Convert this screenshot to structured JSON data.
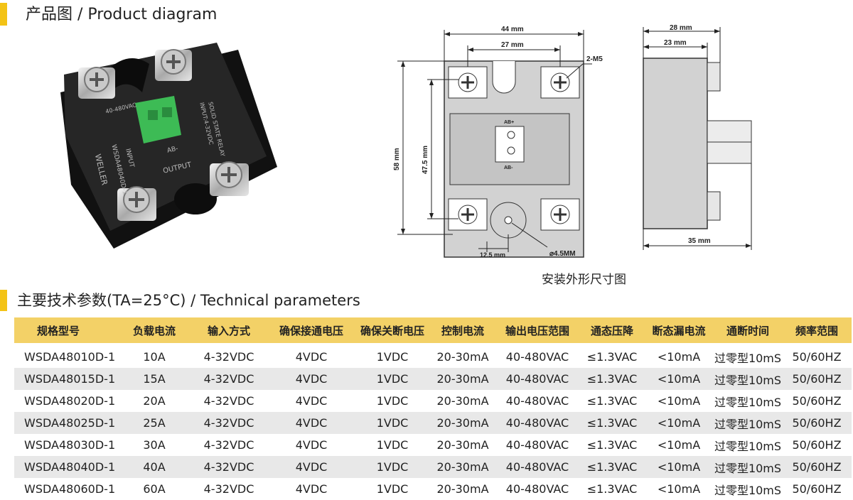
{
  "headings": {
    "product_diagram": "产品图  / Product diagram",
    "tech_params": "主要技术参数(TA=25°C) / Technical parameters"
  },
  "photo": {
    "brand": "WELLER",
    "model": "WSDA48040D-1",
    "input_label": "INPUT",
    "output_label": "OUTPUT",
    "ab_minus": "AB-",
    "range_ac": "40-480VAC",
    "range_dc": "INPUT:4-32VDC",
    "type_label": "SOLID STATE RELAY"
  },
  "drawing": {
    "dim_44": "44 mm",
    "dim_27": "27 mm",
    "dim_58": "58 mm",
    "dim_47_5": "47.5 mm",
    "dim_12_5": "12.5 mm",
    "hole_dia": "⌀4.5MM",
    "screw_label": "2-M5",
    "ab_plus": "AB+",
    "ab_minus": "AB-",
    "dim_28": "28 mm",
    "dim_23": "23 mm",
    "dim_35": "35 mm",
    "caption": "安装外形尺寸图"
  },
  "table": {
    "headers": [
      "规格型号",
      "负载电流",
      "输入方式",
      "确保接通电压",
      "确保关断电压",
      "控制电流",
      "输出电压范围",
      "通态压降",
      "断态漏电流",
      "通断时间",
      "频率范围"
    ],
    "rows": [
      [
        "WSDA48010D-1",
        "10A",
        "4-32VDC",
        "4VDC",
        "1VDC",
        "20-30mA",
        "40-480VAC",
        "≤1.3VAC",
        "<10mA",
        "过零型10mS",
        "50/60HZ"
      ],
      [
        "WSDA48015D-1",
        "15A",
        "4-32VDC",
        "4VDC",
        "1VDC",
        "20-30mA",
        "40-480VAC",
        "≤1.3VAC",
        "<10mA",
        "过零型10mS",
        "50/60HZ"
      ],
      [
        "WSDA48020D-1",
        "20A",
        "4-32VDC",
        "4VDC",
        "1VDC",
        "20-30mA",
        "40-480VAC",
        "≤1.3VAC",
        "<10mA",
        "过零型10mS",
        "50/60HZ"
      ],
      [
        "WSDA48025D-1",
        "25A",
        "4-32VDC",
        "4VDC",
        "1VDC",
        "20-30mA",
        "40-480VAC",
        "≤1.3VAC",
        "<10mA",
        "过零型10mS",
        "50/60HZ"
      ],
      [
        "WSDA48030D-1",
        "30A",
        "4-32VDC",
        "4VDC",
        "1VDC",
        "20-30mA",
        "40-480VAC",
        "≤1.3VAC",
        "<10mA",
        "过零型10mS",
        "50/60HZ"
      ],
      [
        "WSDA48040D-1",
        "40A",
        "4-32VDC",
        "4VDC",
        "1VDC",
        "20-30mA",
        "40-480VAC",
        "≤1.3VAC",
        "<10mA",
        "过零型10mS",
        "50/60HZ"
      ],
      [
        "WSDA48060D-1",
        "60A",
        "4-32VDC",
        "4VDC",
        "1VDC",
        "20-30mA",
        "40-480VAC",
        "≤1.3VAC",
        "<10mA",
        "过零型10mS",
        "50/60HZ"
      ]
    ]
  },
  "colors": {
    "accent": "#f3c316",
    "table_header": "#f3d167",
    "row_alt": "#e8e8e8",
    "terminal_green": "#3dbb55",
    "relay_body": "#1e1e1e",
    "drawing_fill": "#d2d2d2"
  }
}
